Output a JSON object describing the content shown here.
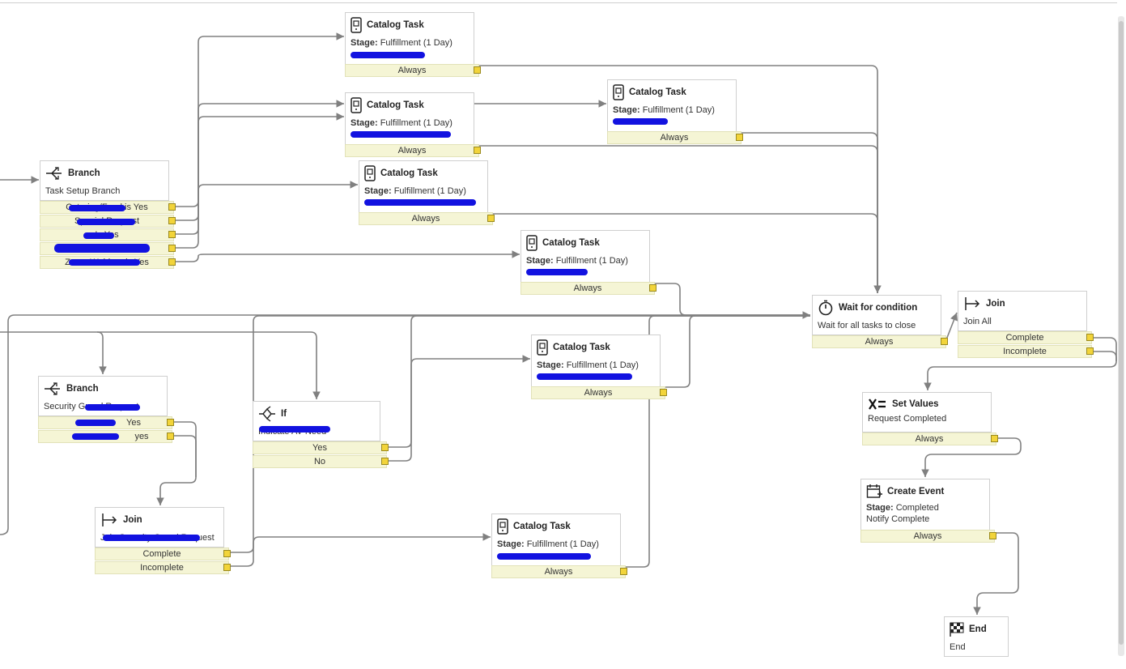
{
  "activities": {
    "ct1": {
      "title": "Catalog Task",
      "stage_label": "Stage:",
      "stage": "Fulfillment (1 Day)",
      "cond": "Always"
    },
    "ct2": {
      "title": "Catalog Task",
      "stage_label": "Stage:",
      "stage": "Fulfillment (1 Day)",
      "cond": "Always"
    },
    "ct3": {
      "title": "Catalog Task",
      "stage_label": "Stage:",
      "stage": "Fulfillment (1 Day)",
      "cond": "Always"
    },
    "ct4": {
      "title": "Catalog Task",
      "stage_label": "Stage:",
      "stage": "Fulfillment (1 Day)",
      "cond": "Always"
    },
    "ct5": {
      "title": "Catalog Task",
      "stage_label": "Stage:",
      "stage": "Fulfillment (1 Day)",
      "cond": "Always"
    },
    "ct6": {
      "title": "Catalog Task",
      "stage_label": "Stage:",
      "stage": "Fulfillment (1 Day)",
      "cond": "Always"
    },
    "ct7": {
      "title": "Catalog Task",
      "stage_label": "Stage:",
      "stage": "Fulfillment (1 Day)",
      "cond": "Always"
    },
    "branch1": {
      "title": "Branch",
      "desc": "Task Setup Branch",
      "conds": [
        "Catering/Food is Yes",
        "Special Request",
        "Is Yes",
        "",
        "Zoom Webinar is Yes"
      ]
    },
    "branch2": {
      "title": "Branch",
      "desc": "Security Guard Request",
      "conds": [
        "Yes",
        "yes"
      ]
    },
    "if1": {
      "title": "If",
      "desc": "Indicate AV Need",
      "conds": [
        "Yes",
        "No"
      ]
    },
    "join1": {
      "title": "Join",
      "desc": "Join Security Guard Request",
      "conds": [
        "Complete",
        "Incomplete"
      ]
    },
    "wait": {
      "title": "Wait for condition",
      "desc": "Wait for all tasks to close",
      "cond": "Always"
    },
    "join_all": {
      "title": "Join",
      "desc": "Join All",
      "conds": [
        "Complete",
        "Incomplete"
      ]
    },
    "set_values": {
      "title": "Set Values",
      "desc": "Request Completed",
      "cond": "Always"
    },
    "create_event": {
      "title": "Create Event",
      "stage_label": "Stage:",
      "stage": "Completed",
      "desc": "Notify Complete",
      "cond": "Always"
    },
    "end": {
      "title": "End",
      "desc": "End"
    }
  }
}
